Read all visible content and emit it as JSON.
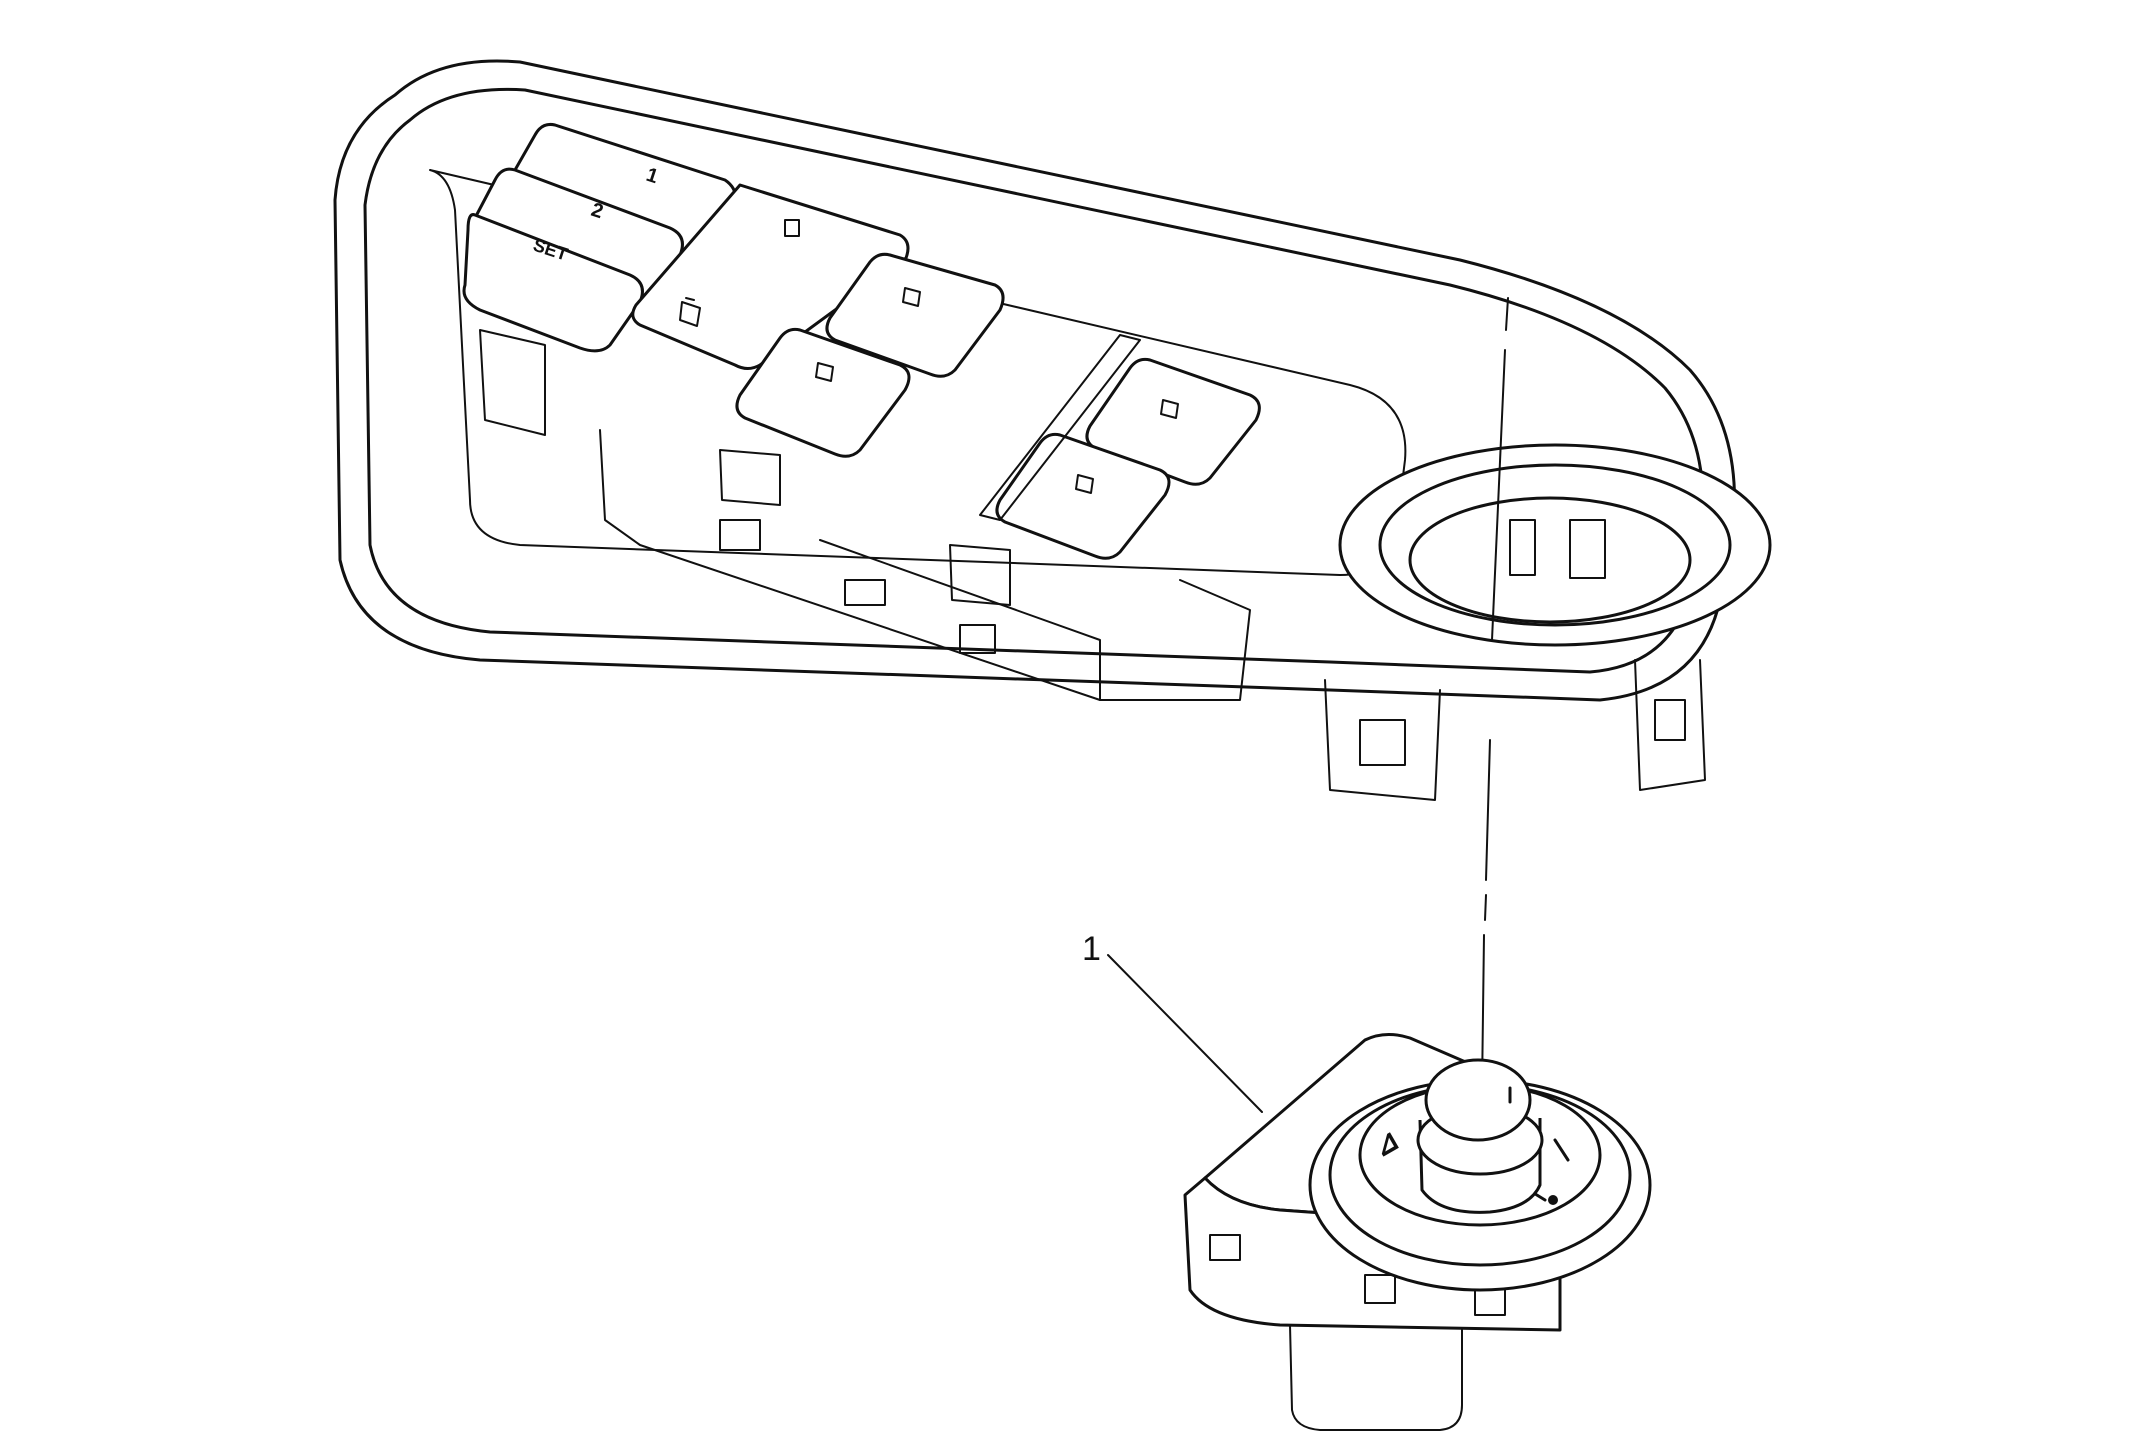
{
  "diagram": {
    "callouts": [
      {
        "id": "1",
        "label": "1"
      }
    ],
    "button_labels": {
      "memory_1": "1",
      "memory_2": "2",
      "memory_set": "SET"
    },
    "colors": {
      "line": "#111111",
      "background": "#ffffff"
    }
  }
}
